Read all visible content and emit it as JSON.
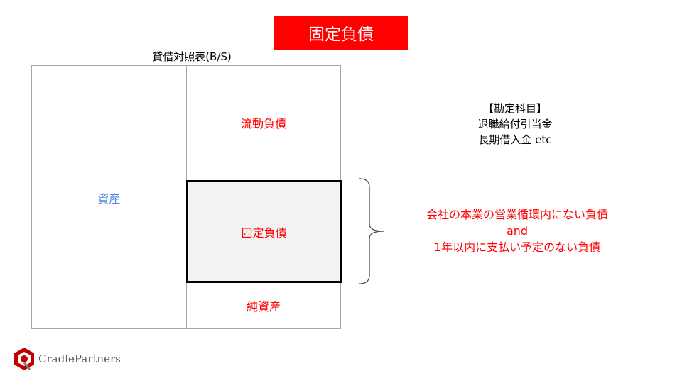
{
  "title": "固定負債",
  "balance_sheet": {
    "caption": "貸借対照表(B/S)",
    "assets": "資産",
    "current_liabilities": "流動負債",
    "fixed_liabilities": "固定負債",
    "net_assets": "純資産"
  },
  "accounts": {
    "heading": "【勘定科目】",
    "items": [
      "退職給付引当金",
      "長期借入金 etc"
    ]
  },
  "description": {
    "line1": "会社の本業の営業循環内にない負債",
    "line2": "and",
    "line3": "1年以内に支払い予定のない負債"
  },
  "logo": {
    "text": "CradlePartners"
  },
  "colors": {
    "accent_red": "#ff0000",
    "assets_blue": "#4a86e8",
    "highlight_fill": "#f2f2f2",
    "logo_red": "#c00000"
  }
}
